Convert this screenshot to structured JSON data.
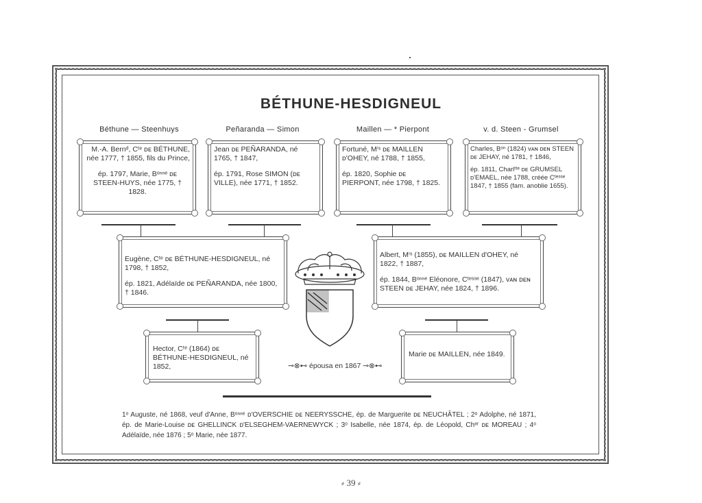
{
  "title": "BÉTHUNE-HESDIGNEUL",
  "columns": [
    "Béthune — Steenhuys",
    "Peñaranda — Simon",
    "Maillen — * Pierpont",
    "v. d. Steen - Grumsel"
  ],
  "grandparents": [
    {
      "line1": "M.-A. Bernᵈ, Cᵗᵉ ᴅᴇ BÉTHUNE, née 1777, † 1855, fils du Prince,",
      "line2": "ép. 1797, Marie, Bᵒⁿⁿᵉ ᴅᴇ STEEN-HUYS, née 1775, † 1828."
    },
    {
      "line1": "Jean ᴅᴇ PEÑARANDA, né 1765, † 1847,",
      "line2": "ép. 1791, Rose SIMON (ᴅᴇ VILLE), née 1771, † 1852."
    },
    {
      "line1": "Fortuné, Mⁱˢ ᴅᴇ MAILLEN ᴅ'OHEY, né 1788, † 1855,",
      "line2": "ép. 1820, Sophie ᴅᴇ PIERPONT, née 1798, † 1825."
    },
    {
      "line1": "Charles, Bᵒⁿ (1824) ᴠᴀɴ ᴅᴇɴ STEEN ᴅᴇ JEHAY, né 1781, † 1846,",
      "line2": "ép. 1811, Charlᵗᵗᵉ ᴅᴇ GRUMSEL ᴅ'EMAEL, née 1788, créée Cᵗᵉˢˢᵉ 1847, † 1855 (fam. anoblie 1655)."
    }
  ],
  "parents": [
    {
      "line1": "Eugène, Cᵗᵉ ᴅᴇ BÉTHUNE-HESDIGNEUL, né 1798, † 1852,",
      "line2": "ép. 1821, Adélaïde ᴅᴇ PEÑARANDA, née 1800, † 1846."
    },
    {
      "line1": "Albert, Mⁱˢ (1855), ᴅᴇ MAILLEN d'OHEY, né 1822, † 1887,",
      "line2": "ép. 1844, Bᵒⁿⁿᵉ Eléonore, Cᵗᵉˢˢᵉ (1847), ᴠᴀɴ ᴅᴇɴ STEEN ᴅᴇ JEHAY, née 1824, † 1896."
    }
  ],
  "couple": {
    "husband": "Hector, Cᵗᵉ (1864) ᴅᴇ BÉTHUNE-HESDIGNEUL, né 1852,",
    "wife": "Marie ᴅᴇ MAILLEN, née 1849.",
    "married": "⊸⊗⊷ épousa en 1867 ⊸⊗⊷"
  },
  "children": "1ᵒ Auguste, né 1868, veuf d'Anne, Bᵒⁿⁿᵉ ᴅ'OVERSCHIE ᴅᴇ NEERYSSCHE, ép. de Marguerite ᴅᴇ NEUCHÂTEL ; 2ᵒ Adolphe, né 1871, ép. de Marie-Louise ᴅᴇ GHELLINCK ᴅ'ELSEGHEM-VAERNEWYCK ; 3ᵒ Isabelle, née 1874, ép. de Léopold, Chᵉʳ ᴅᴇ MOREAU ; 4ᵒ Adélaïde, née 1876 ; 5ᵒ Marie, née 1877.",
  "page_number": "⸗ 39 ⸗"
}
